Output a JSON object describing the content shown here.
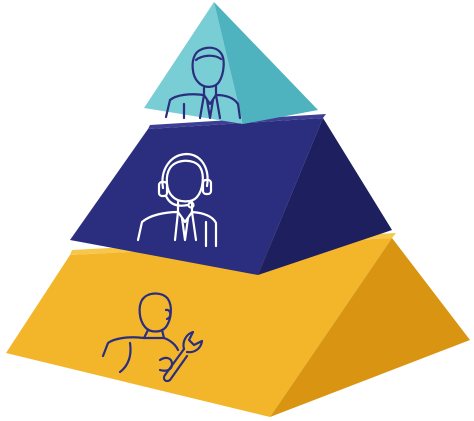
{
  "diagram": {
    "type": "three-tier pyramid",
    "tiers": [
      {
        "id": "top",
        "icon": "business-person-icon",
        "colors": {
          "front": "#79CDD4",
          "side": "#4EB3BF",
          "top": "#9ADDE2"
        }
      },
      {
        "id": "middle",
        "icon": "support-agent-headset-icon",
        "colors": {
          "front": "#2B2E7E",
          "side": "#1D1F5F",
          "top": "#3C3F93"
        }
      },
      {
        "id": "bottom",
        "icon": "technician-wrench-icon",
        "colors": {
          "front": "#F3B62B",
          "side": "#D99512",
          "top": "#F7C74B"
        }
      }
    ],
    "icon_stroke_colors": {
      "top": "#2B2E7E",
      "middle": "#FFFFFF",
      "bottom": "#2B2E7E"
    }
  }
}
